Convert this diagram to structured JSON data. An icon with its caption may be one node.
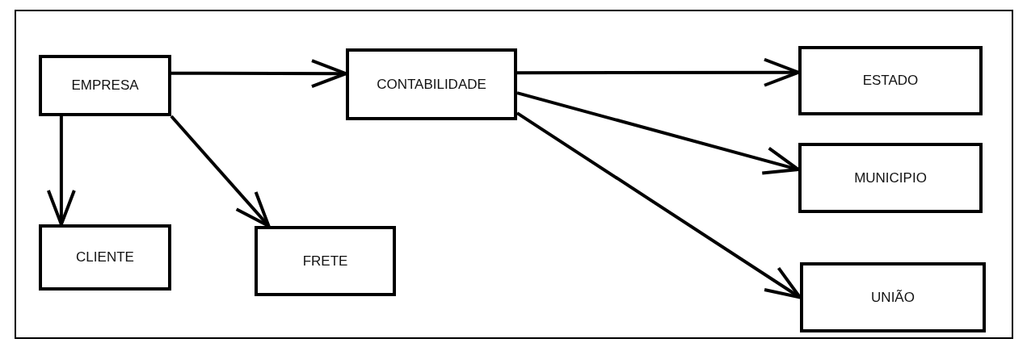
{
  "diagram": {
    "nodes": [
      {
        "text": [
          "EMPRESA"
        ]
      },
      {
        "text": [
          "CONTABILIDADE"
        ]
      },
      {
        "text": [
          "ESTADO"
        ]
      },
      {
        "text": [
          "MUNICIPIO"
        ]
      },
      {
        "text": [
          "CLIENTE"
        ]
      },
      {
        "text": [
          "FRETE"
        ]
      },
      {
        "text": [
          "UNIÃO"
        ]
      }
    ],
    "edges": [
      {
        "from": 0,
        "to": 1,
        "arrow": "to"
      },
      {
        "from": 0,
        "to": 4,
        "arrow": "to"
      },
      {
        "from": 0,
        "to": 5,
        "arrow": "to"
      },
      {
        "from": 1,
        "to": 2,
        "arrow": "to"
      },
      {
        "from": 1,
        "to": 3,
        "arrow": "to"
      },
      {
        "from": 1,
        "to": 6,
        "arrow": "to"
      }
    ]
  }
}
